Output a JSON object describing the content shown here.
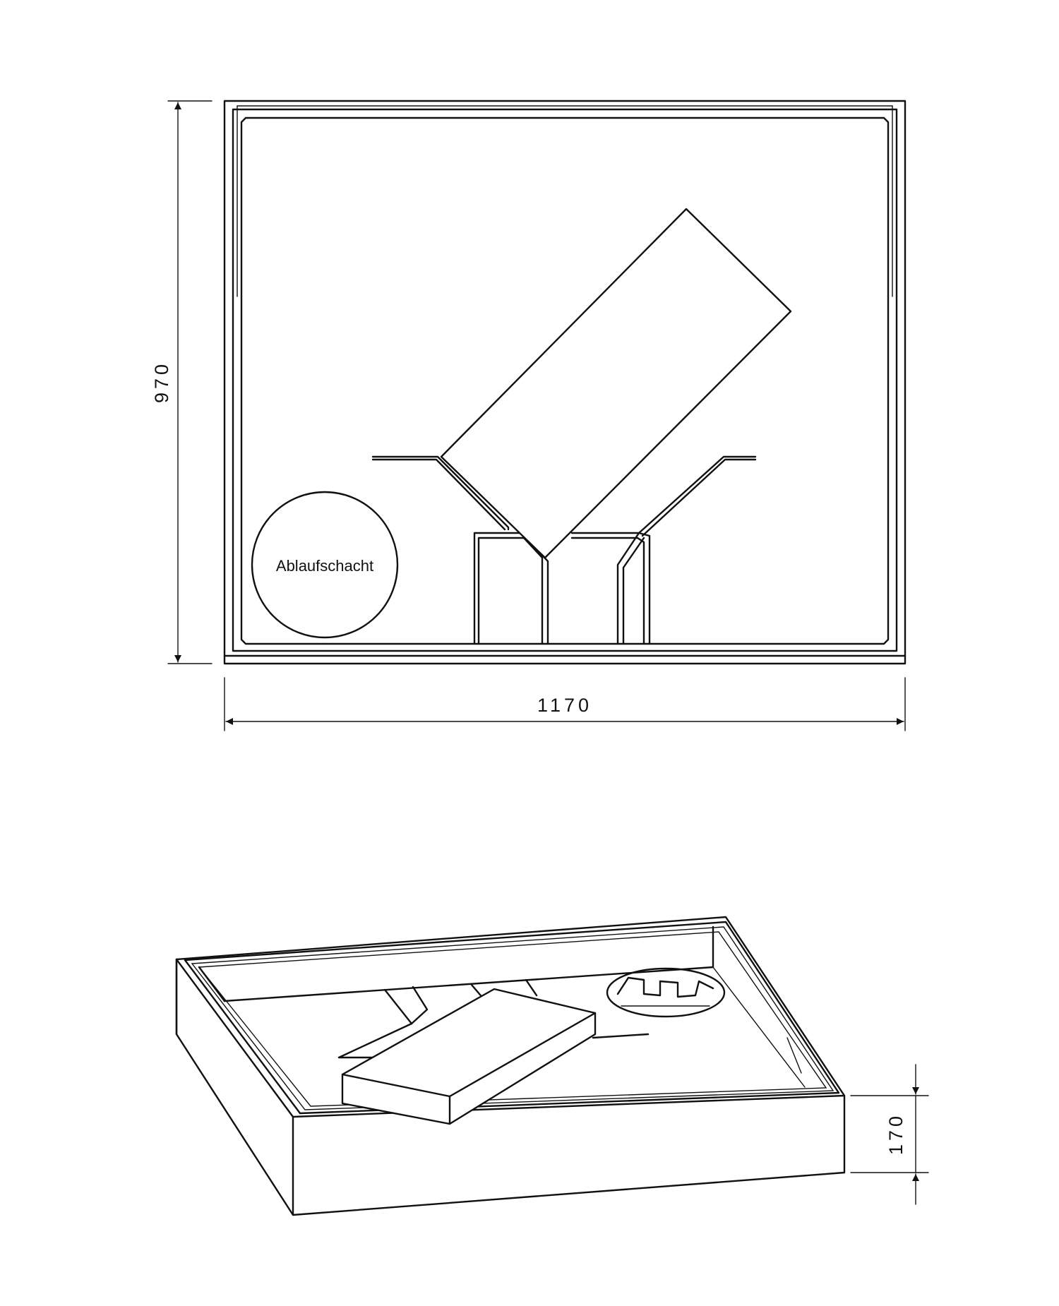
{
  "plan_view": {
    "width_dimension": "1170",
    "depth_dimension": "970",
    "drain_label": "Ablaufschacht"
  },
  "iso_view": {
    "height_dimension": "170"
  },
  "colors": {
    "line": "#111111",
    "background": "#ffffff"
  }
}
